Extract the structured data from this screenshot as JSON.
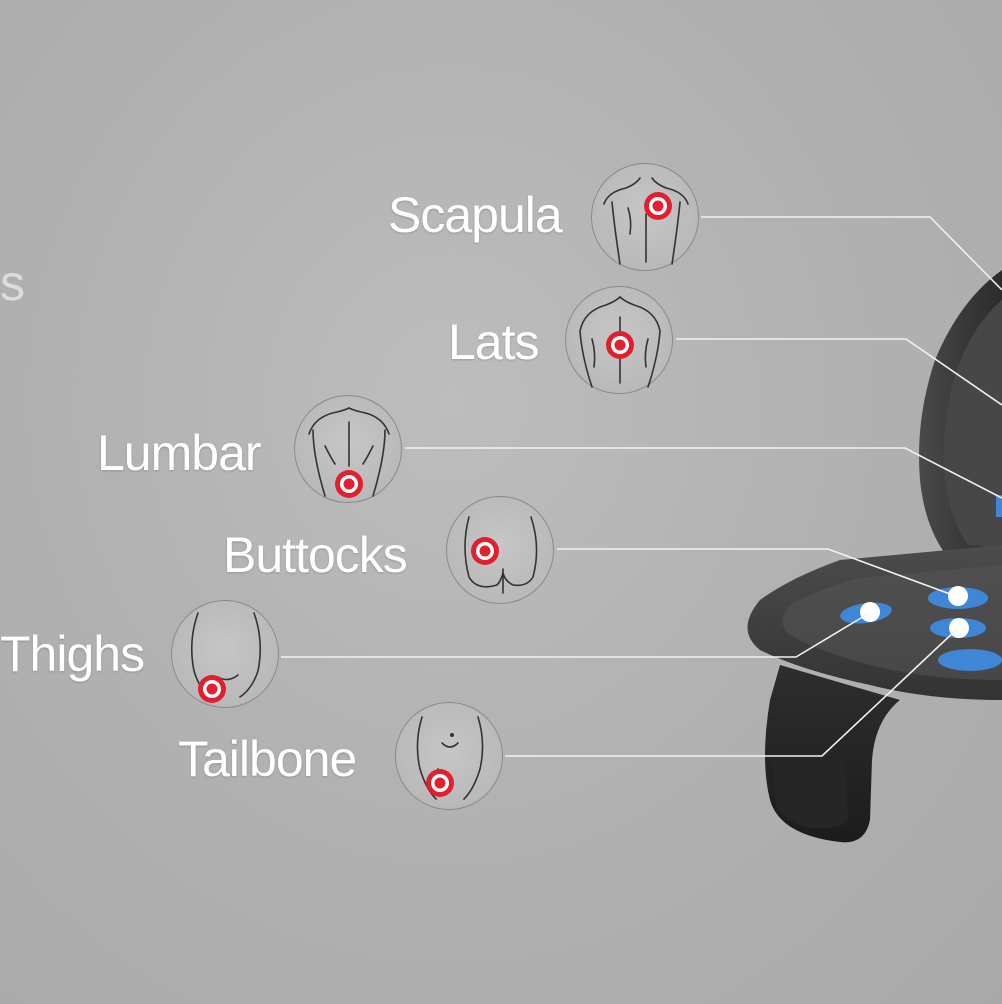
{
  "partial_heading": "s",
  "body_zones": [
    {
      "label": "Scapula",
      "icon": "upper-back-icon"
    },
    {
      "label": "Lats",
      "icon": "mid-back-icon"
    },
    {
      "label": "Lumbar",
      "icon": "lower-back-icon"
    },
    {
      "label": "Buttocks",
      "icon": "buttocks-icon"
    },
    {
      "label": "Thighs",
      "icon": "hips-icon"
    },
    {
      "label": "Tailbone",
      "icon": "abdomen-icon"
    }
  ],
  "colors": {
    "background": "#b3b3b3",
    "label_text": "#ffffff",
    "target_marker": "#e0202e",
    "leader_line": "#f2f2f2",
    "seat_cushion": "#3d3d3d",
    "massage_node": "#3f86d6"
  }
}
